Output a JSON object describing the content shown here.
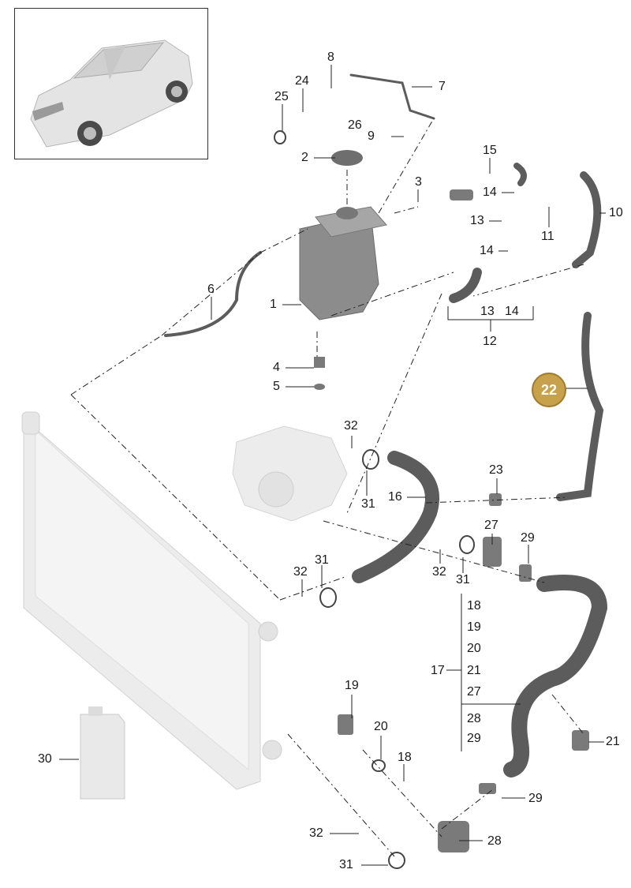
{
  "diagram": {
    "labels": {
      "p1": "1",
      "p2": "2",
      "p3": "3",
      "p4": "4",
      "p5": "5",
      "p6": "6",
      "p7": "7",
      "p8": "8",
      "p9": "9",
      "p10": "10",
      "p11": "11",
      "p12": "12",
      "p13a": "13",
      "p13b": "13",
      "p14a": "14",
      "p14b": "14",
      "p14c": "14",
      "p15": "15",
      "p16": "16",
      "p17": "17",
      "p18a": "18",
      "p18b": "18",
      "p19a": "19",
      "p19b": "19",
      "p20a": "20",
      "p20b": "20",
      "p21a": "21",
      "p21b": "21",
      "p23": "23",
      "p24": "24",
      "p25": "25",
      "p26": "26",
      "p27a": "27",
      "p27b": "27",
      "p28a": "28",
      "p28b": "28",
      "p29a": "29",
      "p29b": "29",
      "p29c": "29",
      "p30": "30",
      "p31a": "31",
      "p31b": "31",
      "p31c": "31",
      "p31d": "31",
      "p32a": "32",
      "p32b": "32",
      "p32c": "32",
      "p32d": "32"
    },
    "highlight_badge": "22",
    "colors": {
      "badge": "#c8a24a",
      "part_dark": "#5a5a5a",
      "part_light": "#d9d9d9",
      "ghost": "#ebebeb"
    },
    "thumbnail": {
      "icon": "car-suv-icon"
    }
  }
}
